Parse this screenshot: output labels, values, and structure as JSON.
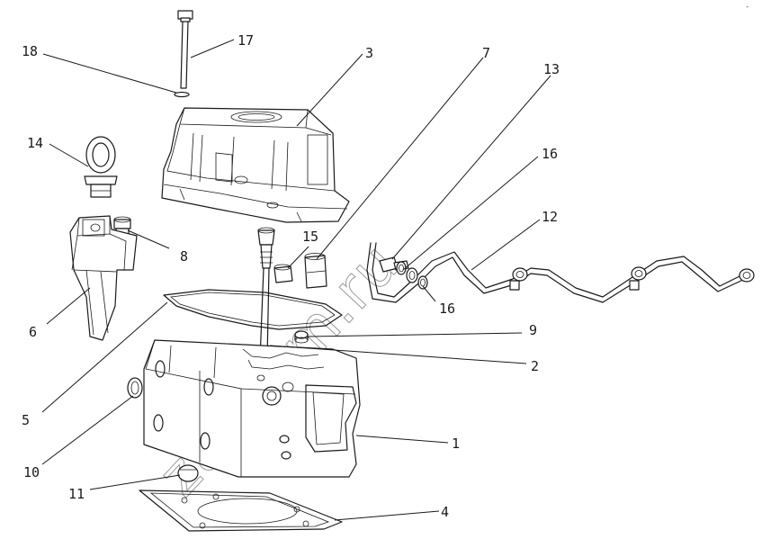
{
  "watermark": "zapkom.ru",
  "corner_mark": "-",
  "callouts": [
    {
      "id": "c1",
      "label": "1"
    },
    {
      "id": "c2",
      "label": "2"
    },
    {
      "id": "c3",
      "label": "3"
    },
    {
      "id": "c4",
      "label": "4"
    },
    {
      "id": "c5",
      "label": "5"
    },
    {
      "id": "c6",
      "label": "6"
    },
    {
      "id": "c7",
      "label": "7"
    },
    {
      "id": "c8",
      "label": "8"
    },
    {
      "id": "c9",
      "label": "9"
    },
    {
      "id": "c10",
      "label": "10"
    },
    {
      "id": "c11",
      "label": "11"
    },
    {
      "id": "c12",
      "label": "12"
    },
    {
      "id": "c13",
      "label": "13"
    },
    {
      "id": "c14",
      "label": "14"
    },
    {
      "id": "c15",
      "label": "15"
    },
    {
      "id": "c16a",
      "label": "16"
    },
    {
      "id": "c16b",
      "label": "16"
    },
    {
      "id": "c17",
      "label": "17"
    },
    {
      "id": "c18",
      "label": "18"
    }
  ]
}
